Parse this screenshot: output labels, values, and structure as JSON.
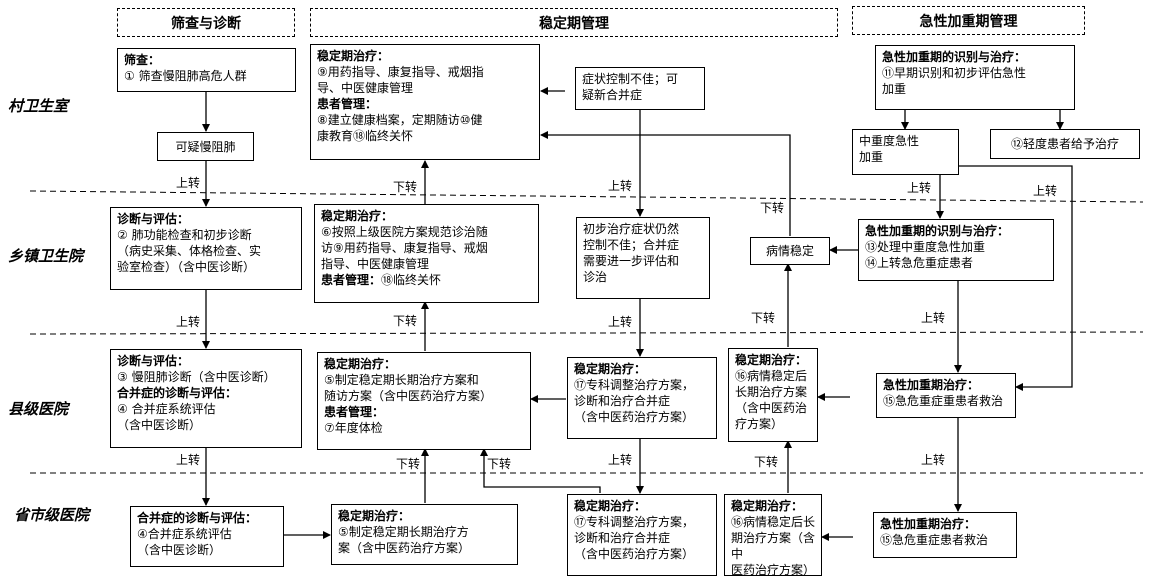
{
  "headers": {
    "screen": "筛查与诊断",
    "stable": "稳定期管理",
    "acute": "急性加重期管理"
  },
  "levels": {
    "village": "村卫生室",
    "township": "乡镇卫生院",
    "county": "县级医院",
    "city": "省市级医院"
  },
  "boxes": {
    "screening": {
      "title": "筛查：",
      "lines": [
        "① 筛查慢阻肺高危人群"
      ]
    },
    "suspect": {
      "text": "可疑慢阻肺"
    },
    "village_stable": {
      "title1": "稳定期治疗：",
      "lines1": [
        "⑨用药指导、康复指导、戒烟指",
        "导、中医健康管理"
      ],
      "title2": "患者管理：",
      "lines2": [
        "⑧建立健康档案，定期随访⑩健",
        "康教育⑱临终关怀"
      ]
    },
    "symptom_uncontrolled": {
      "lines": [
        "症状控制不佳；可",
        "疑新合并症"
      ]
    },
    "village_acute": {
      "title": "急性加重期的识别与治疗：",
      "lines": [
        "⑪早期识别和初步评估急性",
        "加重"
      ]
    },
    "moderate_severe": {
      "lines": [
        "中重度急性",
        "加重"
      ]
    },
    "mild": {
      "text": "⑫轻度患者给予治疗"
    },
    "township_diag": {
      "title": "诊断与评估：",
      "lines": [
        "② 肺功能检查和初步诊断",
        "（病史采集、体格检查、实",
        "验室检查）（含中医诊断）"
      ]
    },
    "township_stable": {
      "title1": "稳定期治疗：",
      "lines1": [
        "⑥按照上级医院方案规范诊治随",
        "访⑨用药指导、康复指导、戒烟",
        "指导、中医健康管理"
      ],
      "title2": "患者管理：",
      "inline2": "⑱临终关怀"
    },
    "initial_uncontrolled": {
      "lines": [
        "初步治疗症状仍然",
        "控制不佳；合并症",
        "需要进一步评估和",
        "诊治"
      ]
    },
    "condition_stable": {
      "text": "病情稳定"
    },
    "township_acute": {
      "title": "急性加重期的识别与治疗：",
      "lines": [
        "⑬处理中重度急性加重",
        "⑭上转急危重症患者"
      ]
    },
    "county_diag": {
      "title1": "诊断与评估：",
      "lines1": [
        "③ 慢阻肺诊断（含中医诊断）"
      ],
      "title2": "合并症的诊断与评估：",
      "lines2": [
        "④ 合并症系统评估",
        "（含中医诊断）"
      ]
    },
    "county_stable": {
      "title1": "稳定期治疗：",
      "lines1": [
        "⑤制定稳定期长期治疗方案和",
        "随访方案（含中医药治疗方案）"
      ],
      "title2": "患者管理：",
      "lines2": [
        "⑦年度体检"
      ]
    },
    "county_adjust": {
      "title": "稳定期治疗：",
      "lines": [
        "⑰专科调整治疗方案，",
        "诊断和治疗合并症",
        "（含中医药治疗方案）"
      ]
    },
    "county_stable2": {
      "title": "稳定期治疗：",
      "lines": [
        "⑯病情稳定后",
        "长期治疗方案",
        "（含中医药治",
        "疗方案）"
      ]
    },
    "county_acute": {
      "title": "急性加重期治疗：",
      "lines": [
        "⑮急危重症重患者救治"
      ]
    },
    "city_diag": {
      "title": "合并症的诊断与评估：",
      "lines": [
        "④合并症系统评估",
        "（含中医诊断）"
      ]
    },
    "city_stable": {
      "title": "稳定期治疗：",
      "lines": [
        "⑤制定稳定期长期治疗方",
        "案（含中医药治疗方案）"
      ]
    },
    "city_adjust": {
      "title": "稳定期治疗：",
      "lines": [
        "⑰专科调整治疗方案，",
        "诊断和治疗合并症",
        "（含中医药治疗方案）"
      ]
    },
    "city_stable2": {
      "title": "稳定期治疗：",
      "lines": [
        "⑯病情稳定后长",
        "期治疗方案（含中",
        "医药治疗方案）"
      ]
    },
    "city_acute": {
      "title": "急性加重期治疗：",
      "lines": [
        "⑮急危重症患者救治"
      ]
    }
  },
  "arrow_labels": {
    "up": "上转",
    "down": "下转"
  }
}
